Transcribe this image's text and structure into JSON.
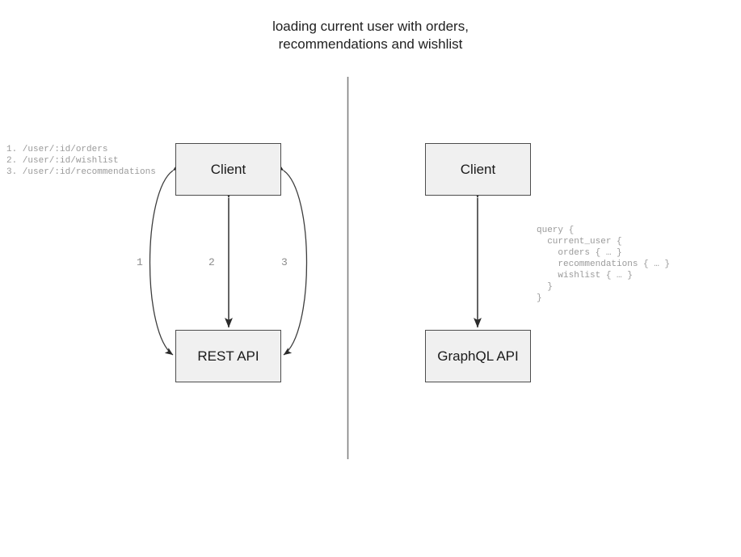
{
  "title": "loading current user with orders,\nrecommendations and wishlist",
  "divider": {
    "name": "vertical-divider",
    "color": "#808080"
  },
  "left_panel": {
    "name": "rest-comparison-panel",
    "nodes": [
      {
        "id": "client-rest",
        "label": "Client"
      },
      {
        "id": "rest-api",
        "label": "REST API"
      }
    ],
    "endpoint_list": "1. /user/:id/orders\n2. /user/:id/wishlist\n3. /user/:id/recommendations",
    "edges": [
      {
        "id": "edge-1",
        "label": "1",
        "shape": "curve-left",
        "direction": "both"
      },
      {
        "id": "edge-2",
        "label": "2",
        "shape": "straight",
        "direction": "both"
      },
      {
        "id": "edge-3",
        "label": "3",
        "shape": "curve-right",
        "direction": "both"
      }
    ]
  },
  "right_panel": {
    "name": "graphql-comparison-panel",
    "nodes": [
      {
        "id": "client-gql",
        "label": "Client"
      },
      {
        "id": "graphql-api",
        "label": "GraphQL API"
      }
    ],
    "query": "query {\n  current_user {\n    orders { … }\n    recommendations { … }\n    wishlist { … }\n  }\n}",
    "edges": [
      {
        "id": "edge-gql",
        "label": "",
        "shape": "straight",
        "direction": "both"
      }
    ]
  },
  "colors": {
    "background": "#ffffff",
    "node_fill": "#f0f0f0",
    "node_border": "#4d4d4d",
    "edge": "#3d3d3d",
    "annotation_text": "#9a9a9a",
    "title_text": "#1f1f1f"
  }
}
